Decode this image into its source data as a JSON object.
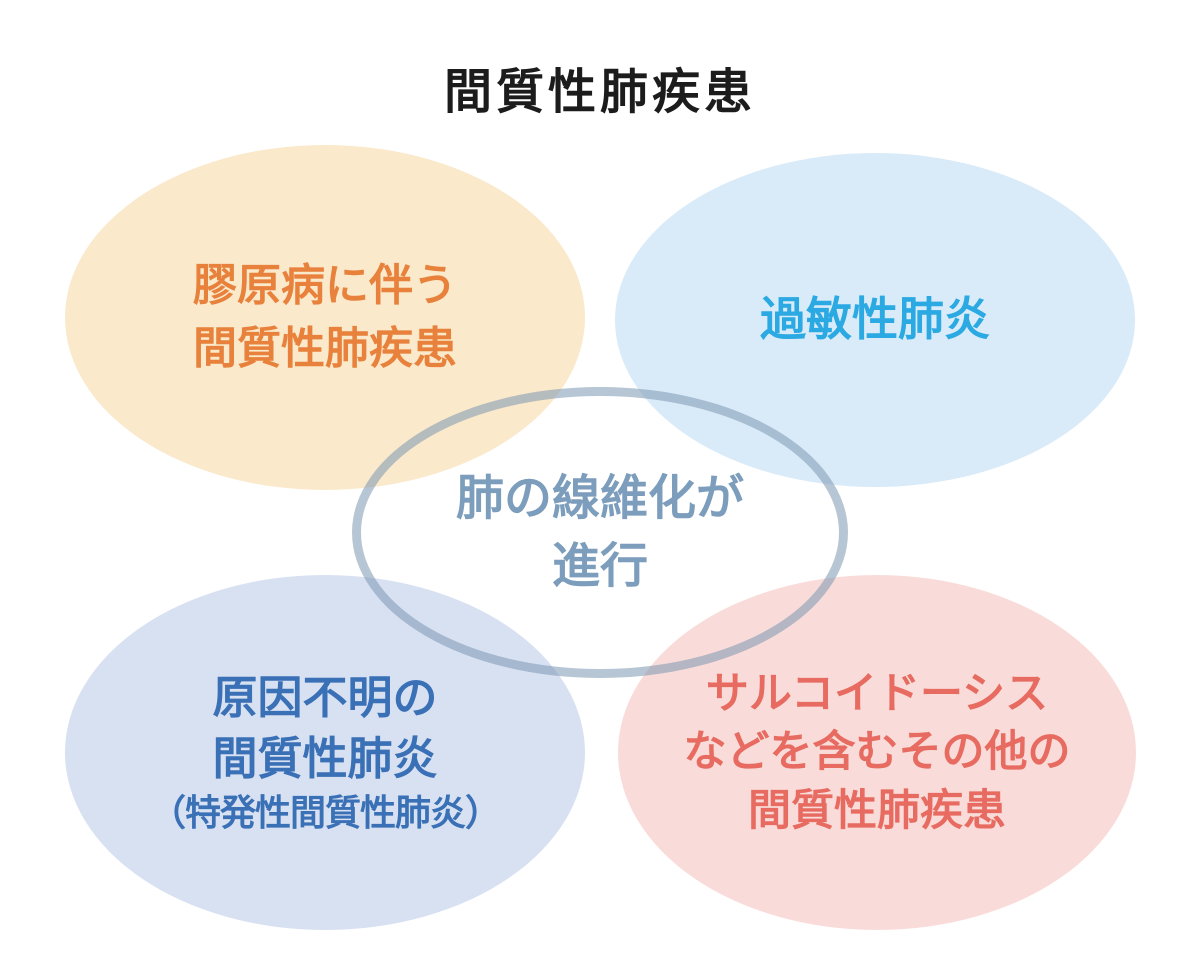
{
  "title": "間質性肺疾患",
  "title_color": "#1C1C1C",
  "background_color": "#FFFFFF",
  "ellipses": [
    {
      "name": "collagen-disease-ild",
      "lines": [
        "膠原病に伴う",
        "間質性肺疾患"
      ],
      "fill": "#FAE9CB",
      "text_color": "#E8813B",
      "position": "top-left"
    },
    {
      "name": "hypersensitivity-pneumonitis",
      "lines": [
        "過敏性肺炎"
      ],
      "fill": "#D9EBF8",
      "text_color": "#2BA9E2",
      "position": "top-right"
    },
    {
      "name": "idiopathic-interstitial-pneumonia",
      "lines": [
        "原因不明の",
        "間質性肺炎",
        "（特発性間質性肺炎）"
      ],
      "fill": "#D8E1F2",
      "text_color": "#3A70B5",
      "position": "bottom-left"
    },
    {
      "name": "sarcoidosis-other-ild",
      "lines": [
        "サルコイドーシス",
        "などを含むその他の",
        "間質性肺疾患"
      ],
      "fill": "#F9DCD9",
      "text_color": "#E76B60",
      "position": "bottom-right"
    }
  ],
  "center": {
    "lines": [
      "肺の線維化が",
      "進行"
    ],
    "text_color": "#7C9DBC",
    "ring_color": "rgba(124,152,178,0.55)"
  }
}
